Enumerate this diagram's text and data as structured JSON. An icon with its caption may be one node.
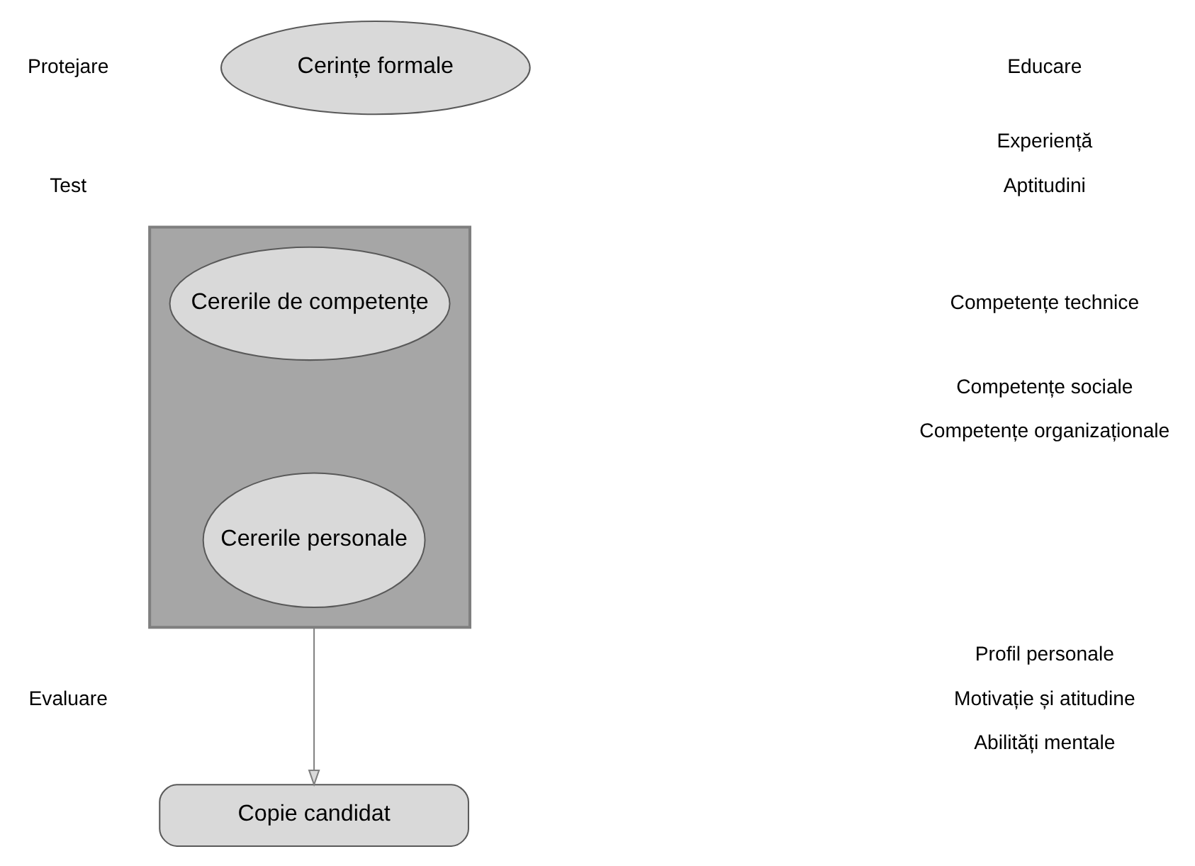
{
  "diagram": {
    "nodes": [
      {
        "text": [
          "Cerințe formale"
        ]
      },
      {
        "text": [],
        "shape": "trapezoid"
      },
      {
        "text": [
          "Cererile de competențe"
        ],
        "in": 1
      },
      {
        "text": [
          "Cererile personale"
        ],
        "in": 1
      },
      {
        "text": [
          "Copie candidat"
        ]
      }
    ],
    "edges": [
      {
        "from": 1,
        "to": 4,
        "arrow": "to"
      }
    ],
    "labels": [
      "Protejare",
      "Educare",
      "Experiență",
      "Aptitudini",
      "Test",
      "Competențe technice",
      "Competențe sociale",
      "Competențe organizaționale",
      "Profil personale",
      "Motivație și atitudine",
      "Evaluare",
      "Abilități mentale"
    ]
  }
}
